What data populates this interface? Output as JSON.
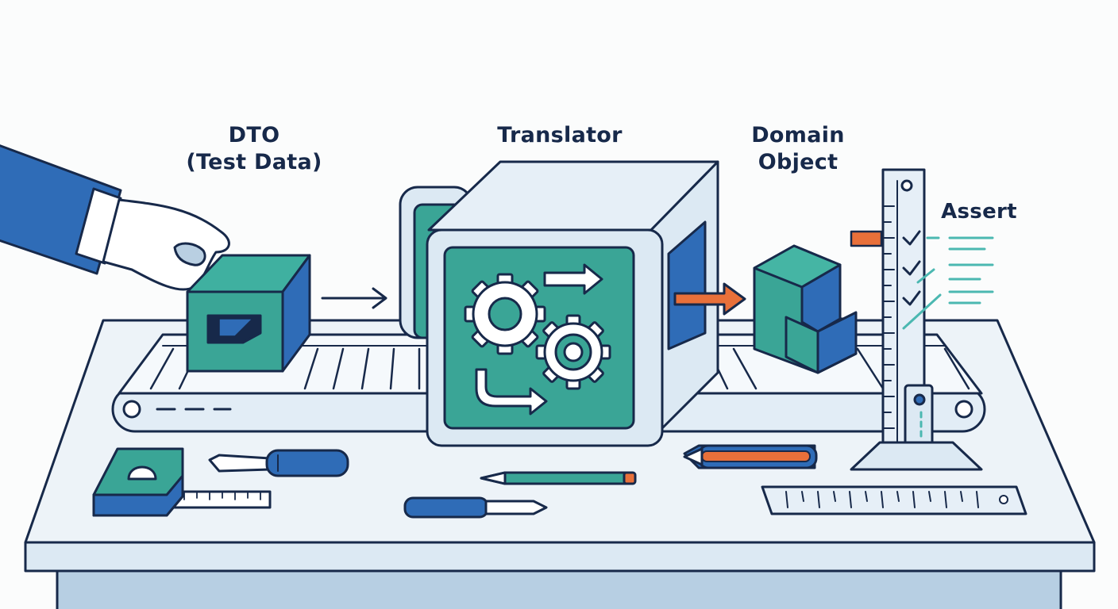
{
  "labels": {
    "dto_line1": "DTO",
    "dto_line2": "(Test Data)",
    "translator": "Translator",
    "domain_line1": "Domain",
    "domain_line2": "Object",
    "assert": "Assert"
  },
  "colors": {
    "outline": "#17294a",
    "blue": "#2f6cb7",
    "teal": "#3aa596",
    "light_blue": "#dce9f3",
    "table_top": "#edf3f8",
    "orange": "#e8703a",
    "accent_teal": "#4bb8b1"
  },
  "icons": [
    "hand-icon",
    "dto-box-icon",
    "gear-icon",
    "arrow-right-icon",
    "domain-object-icon",
    "ruler-icon",
    "checkmark-icon",
    "screwdriver-icon",
    "pencil-icon",
    "tape-measure-icon"
  ]
}
